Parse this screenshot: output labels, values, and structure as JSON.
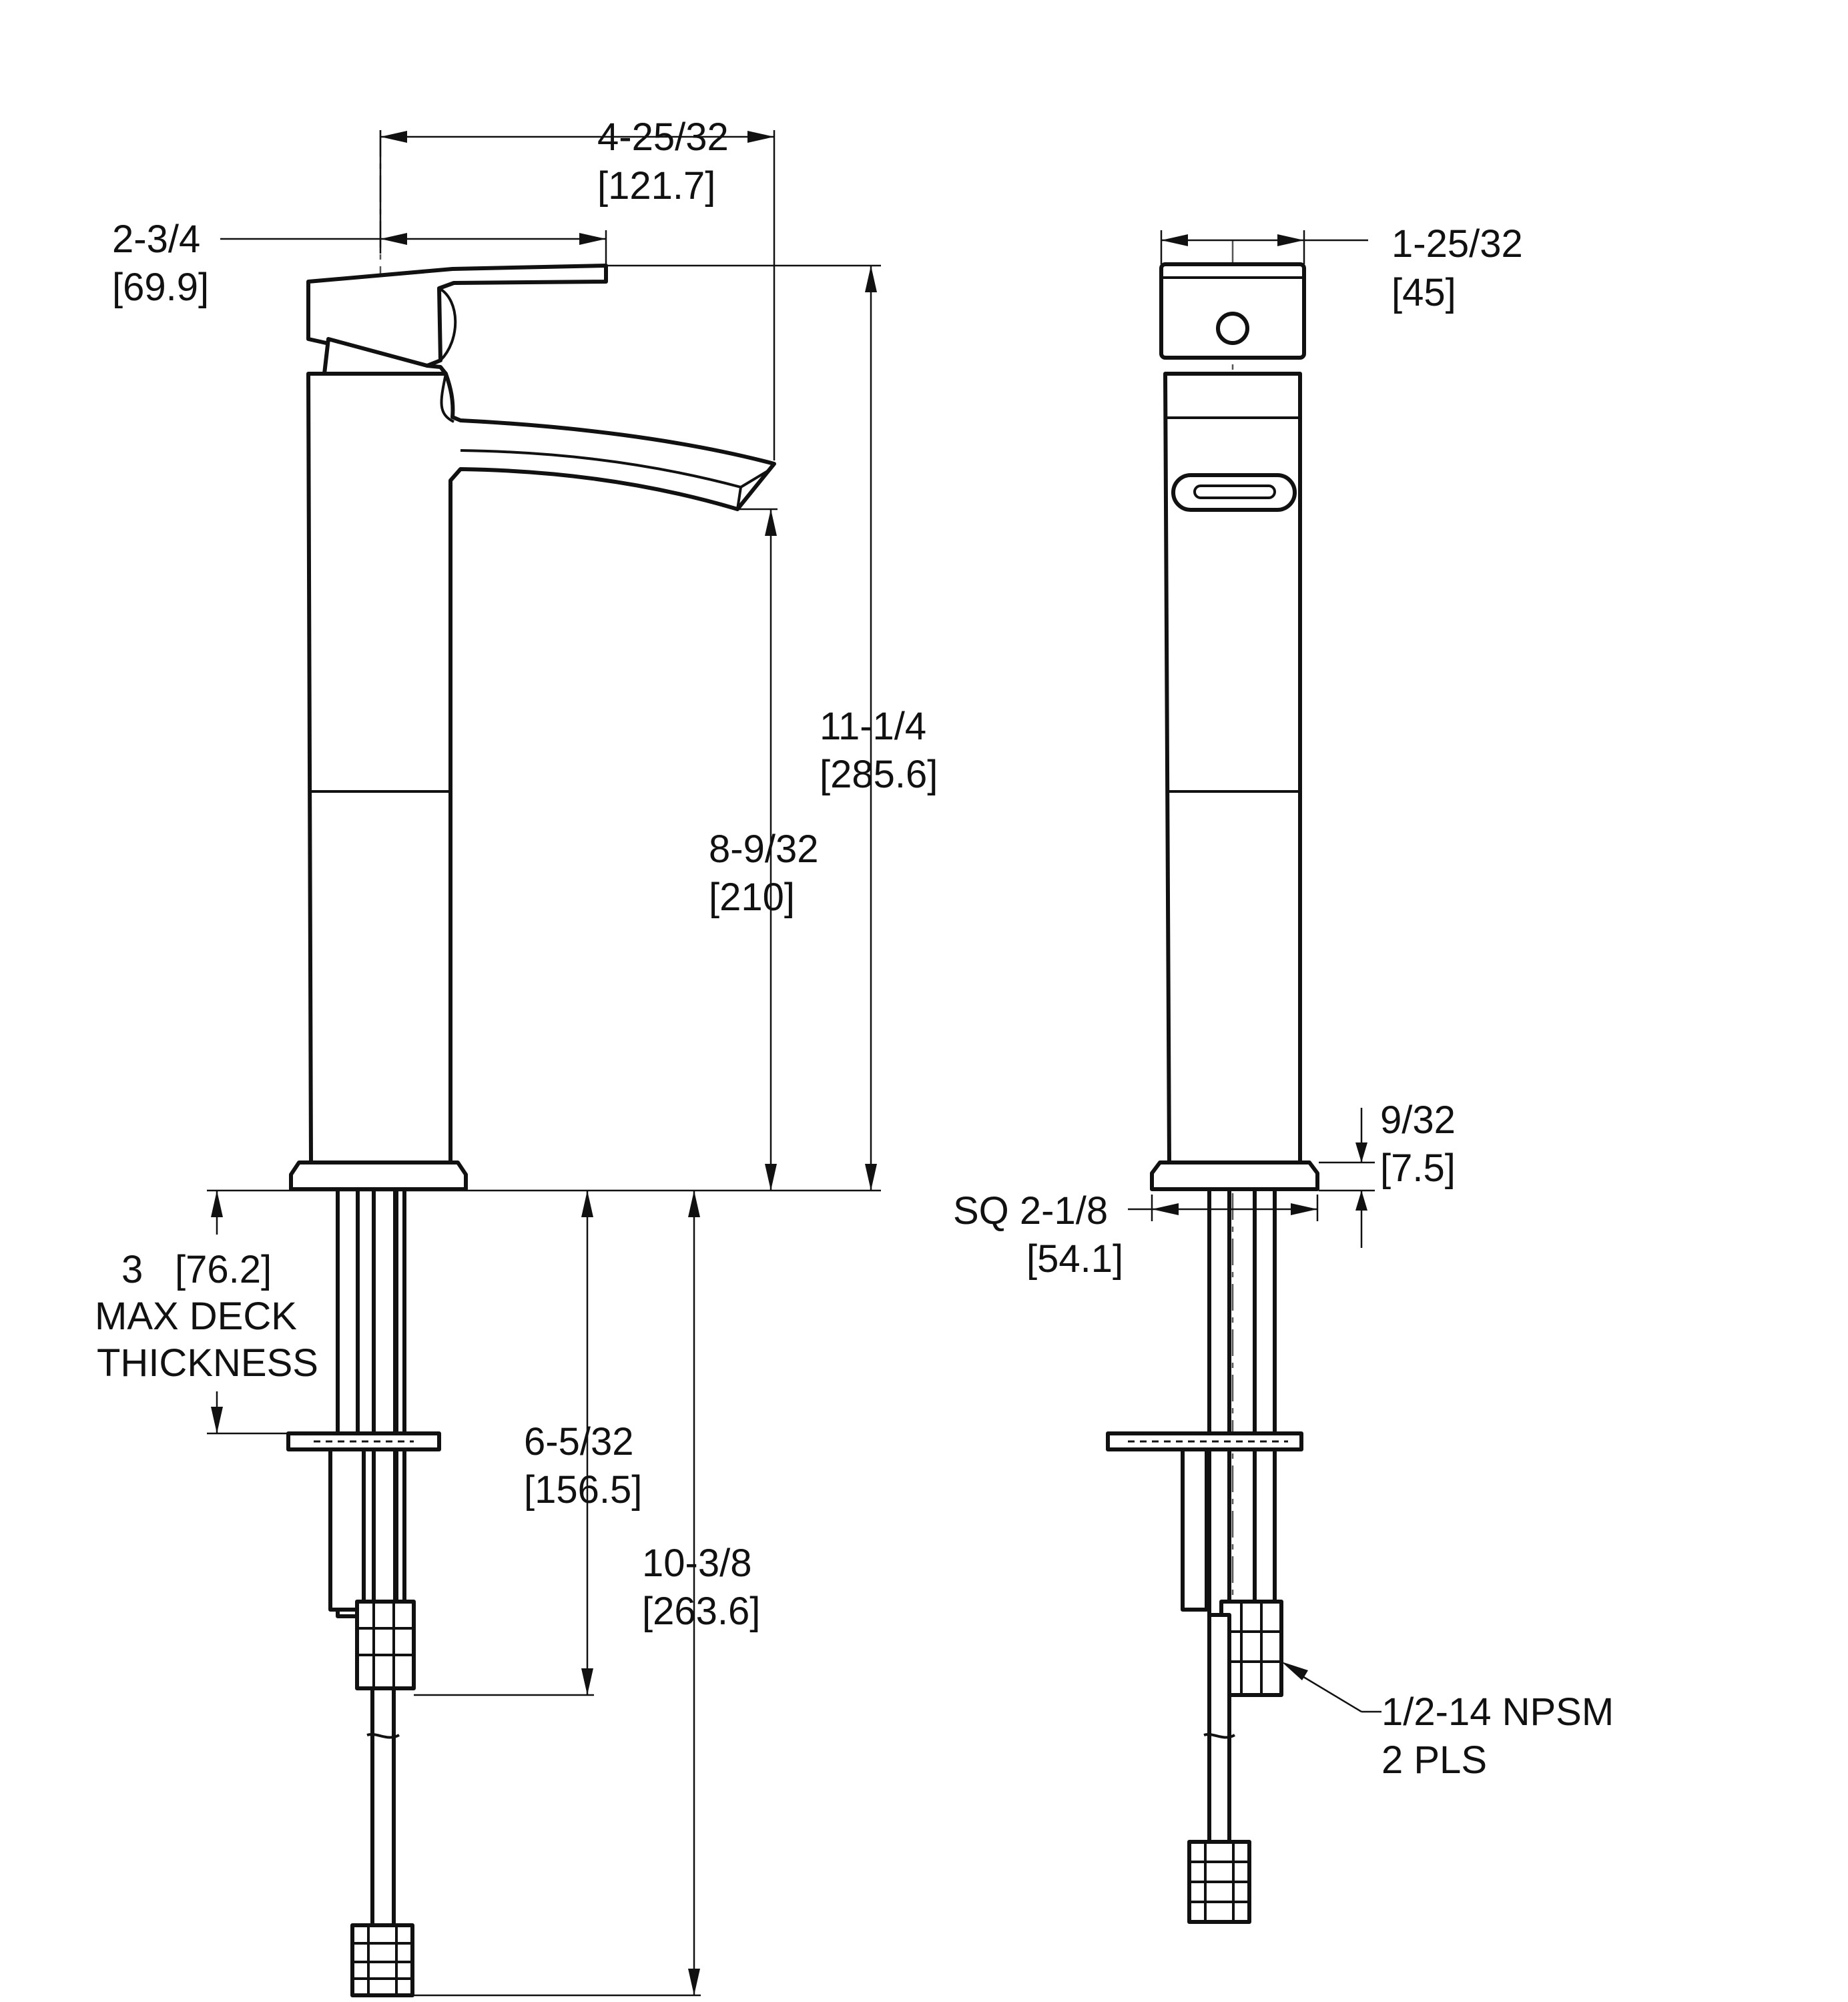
{
  "line_color": "#111111",
  "background": "#ffffff",
  "views": {
    "front": {
      "dimensions": {
        "reach": {
          "imperial": "4-25/32",
          "metric": "[121.7]"
        },
        "handle_offset": {
          "imperial": "2-3/4",
          "metric": "[69.9]"
        },
        "overall_height": {
          "imperial": "11-1/4",
          "metric": "[285.6]"
        },
        "spout_height": {
          "imperial": "8-9/32",
          "metric": "[210]"
        },
        "deck_note": {
          "line1_value": "3",
          "line1_metric": "[76.2]",
          "line2": "MAX DECK",
          "line3": "THICKNESS"
        },
        "shank_length": {
          "imperial": "6-5/32",
          "metric": "[156.5]"
        },
        "supply_length": {
          "imperial": "10-3/8",
          "metric": "[263.6]"
        }
      }
    },
    "side": {
      "dimensions": {
        "body_width": {
          "imperial": "1-25/32",
          "metric": "[45]"
        },
        "base_height": {
          "imperial": "9/32",
          "metric": "[7.5]"
        },
        "base_square": {
          "imperial": "SQ 2-1/8",
          "metric": "[54.1]"
        },
        "connection": {
          "line1": "1/2-14 NPSM",
          "line2": "2 PLS"
        }
      }
    }
  }
}
